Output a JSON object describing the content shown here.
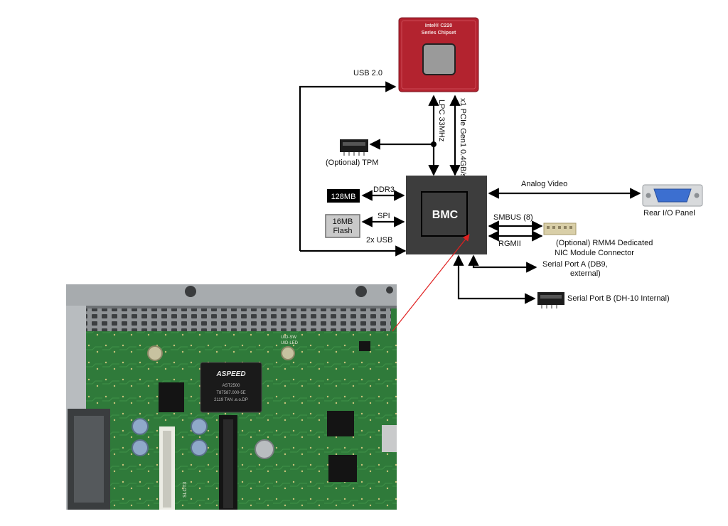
{
  "chipset": {
    "line1": "Intel® C220",
    "line2": "Series Chipset"
  },
  "bmc": {
    "label": "BMC"
  },
  "links": {
    "usb20": "USB 2.0",
    "lpc": "LPC 33MHz",
    "pcie": "x1 PCIe Gen1 0.4GB/s",
    "ddr3": "DDR3",
    "spi": "SPI",
    "usb2x": "2x USB",
    "analog_video": "Analog Video",
    "smbus": "SMBUS (8)",
    "rgmii": "RGMII"
  },
  "components": {
    "tpm": "(Optional) TPM",
    "ram": "128MB",
    "flash_line1": "16MB",
    "flash_line2": "Flash",
    "rear_io": "Rear I/O Panel",
    "rmm4_line1": "(Optional) RMM4 Dedicated",
    "rmm4_line2": "NIC Module Connector",
    "serial_a_line1": "Serial Port A (DB9,",
    "serial_a_line2": "external)",
    "serial_b": "Serial Port B (DH-10 Internal)"
  },
  "photo": {
    "aspeed_logo": "ASPEED",
    "chip_line1": "AST2500",
    "chip_line2": "T87587.000-5E",
    "chip_line3": "2119 TAN .e.o.DP",
    "silk_uid": "UID-SW",
    "silk_uid2": "UID-LED",
    "silk_slot": "SLOT3"
  },
  "colors": {
    "chipset_red": "#b3232f",
    "bmc_gray": "#3d3d3d",
    "pcb_green": "#2f7a3a",
    "pointer_red": "#e02020"
  }
}
